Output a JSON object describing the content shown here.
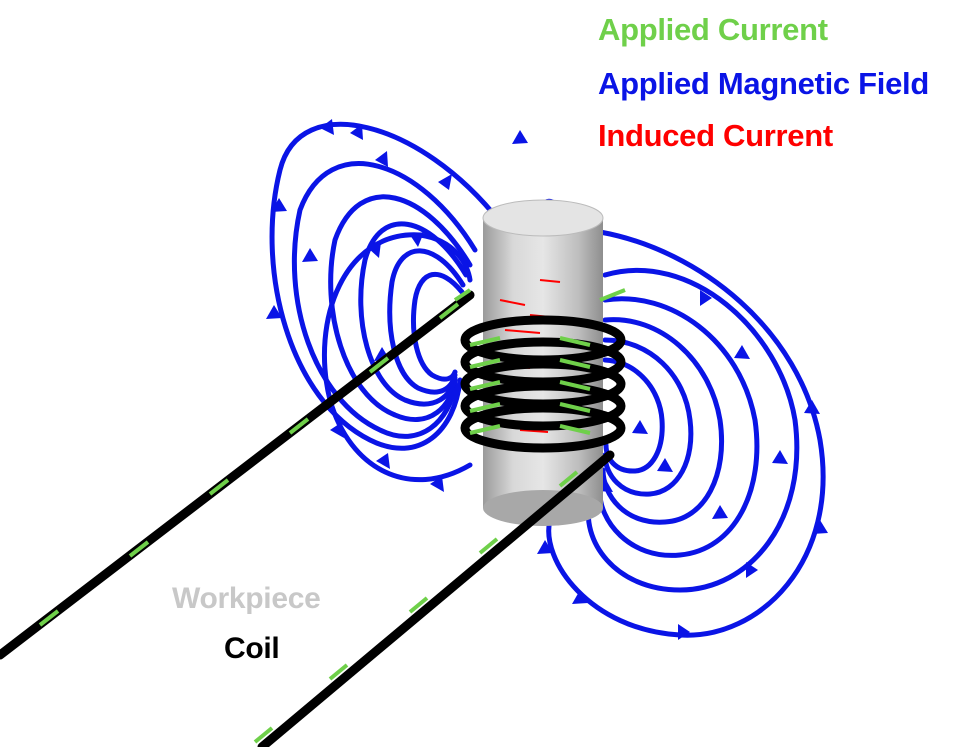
{
  "legend": {
    "applied_current": "Applied Current",
    "applied_magnetic_field": "Applied Magnetic Field",
    "induced_current": "Induced Current"
  },
  "labels": {
    "workpiece": "Workpiece",
    "coil": "Coil"
  },
  "colors": {
    "applied_current": "#6fd04a",
    "applied_magnetic_field": "#0a14e6",
    "induced_current": "#ff0000",
    "workpiece": "#c8c8c8",
    "coil": "#000000"
  }
}
